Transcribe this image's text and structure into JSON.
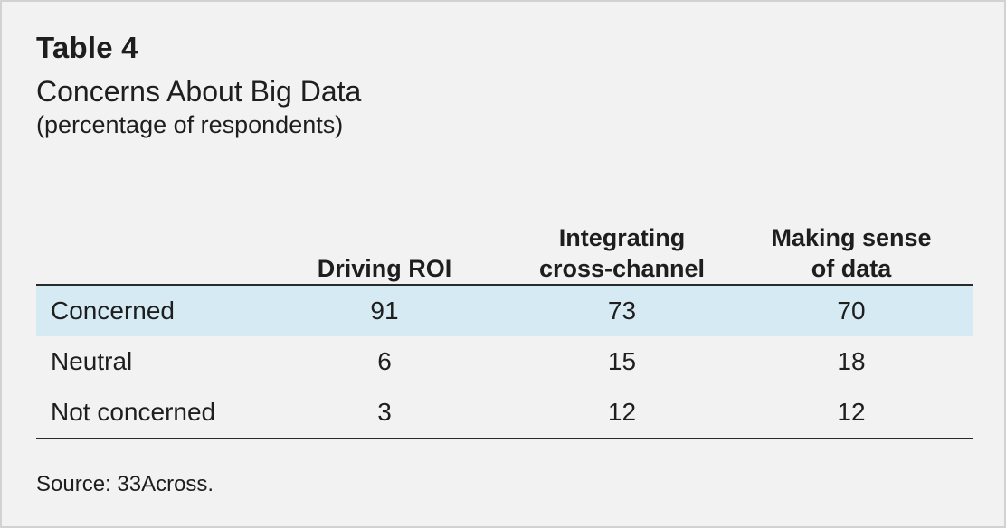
{
  "title": "Table 4",
  "subtitle": "Concerns About Big Data",
  "note": "(percentage of respondents)",
  "source": "Source: 33Across.",
  "colors": {
    "background": "#f2f2f2",
    "row_highlight": "#d6eaf4",
    "rule": "#2a2a2a"
  },
  "chart_data": {
    "type": "table",
    "title": "Table 4",
    "subtitle": "Concerns About Big Data",
    "columns": [
      {
        "line1": "",
        "line2": "Driving ROI"
      },
      {
        "line1": "Integrating",
        "line2": "cross-channel"
      },
      {
        "line1": "Making sense",
        "line2": "of data"
      }
    ],
    "rows": [
      {
        "label": "Concerned",
        "values": [
          "91",
          "73",
          "70"
        ]
      },
      {
        "label": "Neutral",
        "values": [
          "6",
          "15",
          "18"
        ]
      },
      {
        "label": "Not concerned",
        "values": [
          "3",
          "12",
          "12"
        ]
      }
    ]
  }
}
